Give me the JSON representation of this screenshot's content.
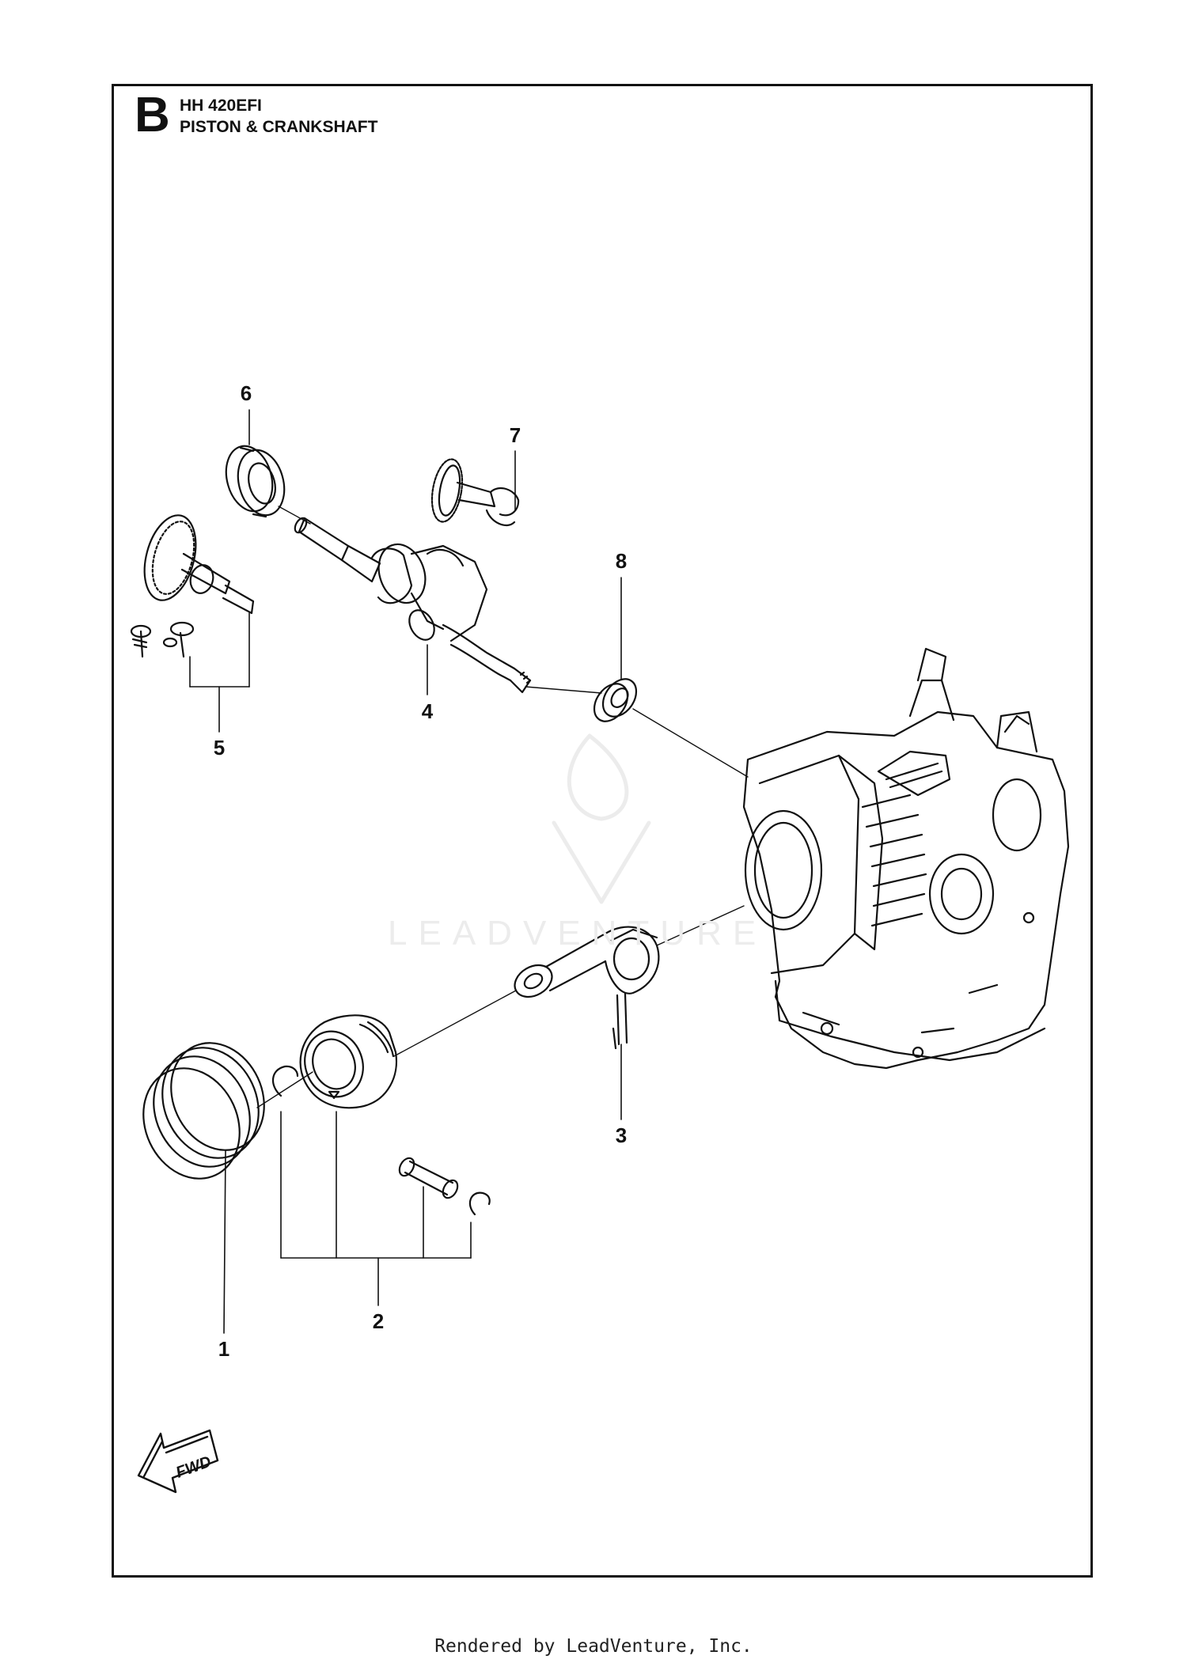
{
  "header": {
    "section_letter": "B",
    "model": "HH 420EFI",
    "title": "PISTON & CRANKSHAFT"
  },
  "callouts": [
    "1",
    "2",
    "3",
    "4",
    "5",
    "6",
    "7",
    "8"
  ],
  "direction_label": "FWD",
  "watermark_text": "LEADVENTURE",
  "footer": "Rendered by LeadVenture, Inc."
}
